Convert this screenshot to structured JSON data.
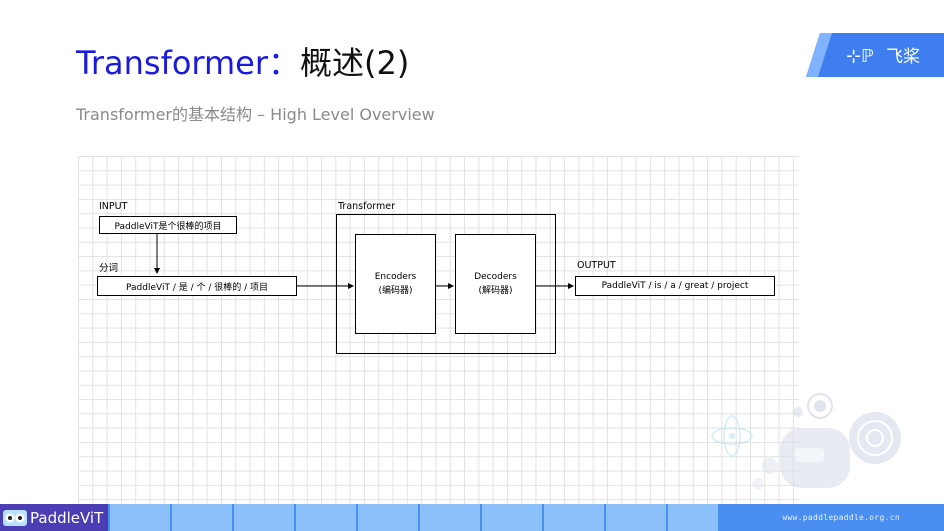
{
  "slide": {
    "title_en": "Transformer",
    "title_sep": "：",
    "title_zh": "概述(2)",
    "subtitle": "Transformer的基本结构 – High Level Overview"
  },
  "logo": {
    "text": "飞桨"
  },
  "diagram": {
    "input_label": "INPUT",
    "input_text": "PaddleViT是个很棒的项目",
    "tokenize_label": "分词",
    "tokens_text": "PaddleViT / 是 / 个 / 很棒的 / 项目",
    "transformer_label": "Transformer",
    "encoders_line1": "Encoders",
    "encoders_line2": "(编码器)",
    "decoders_line1": "Decoders",
    "decoders_line2": "(解码器)",
    "output_label": "OUTPUT",
    "output_text": "PaddleViT / is / a / great / project"
  },
  "footer": {
    "brand": "PaddleViT",
    "url": "www.paddlepaddle.org.cn"
  },
  "colors": {
    "title_blue": "#1a1adf",
    "footer_blue": "#4a8ef2",
    "brand_purple": "#4b3db3"
  }
}
